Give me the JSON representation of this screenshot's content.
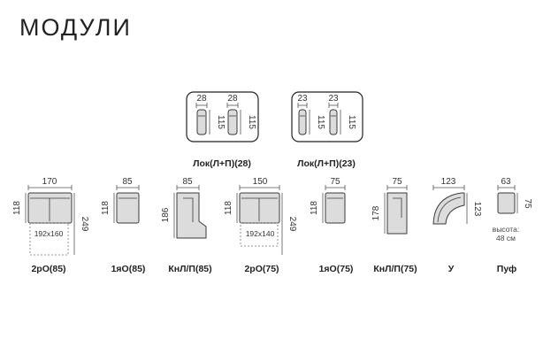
{
  "title": "МОДУЛИ",
  "lock_groups": [
    {
      "label": "Лок(Л+П)(28)",
      "width_a": "28",
      "width_b": "28",
      "height_a": "115",
      "height_b": "115"
    },
    {
      "label": "Лок(Л+П)(23)",
      "width_a": "23",
      "width_b": "23",
      "height_a": "115",
      "height_b": "115"
    }
  ],
  "modules": [
    {
      "label": "2рО(85)",
      "width": "170",
      "height": "118",
      "depth": "249",
      "sleep": "192x160"
    },
    {
      "label": "1яО(85)",
      "width": "85",
      "height": "118"
    },
    {
      "label": "КнЛ/П(85)",
      "width": "85",
      "height": "186"
    },
    {
      "label": "2рО(75)",
      "width": "150",
      "height": "118",
      "depth": "249",
      "sleep": "192x140"
    },
    {
      "label": "1яО(75)",
      "width": "75",
      "height": "118"
    },
    {
      "label": "КнЛ/П(75)",
      "width": "75",
      "height": "178"
    },
    {
      "label": "У",
      "width": "123",
      "height": "123"
    },
    {
      "label": "Пуф",
      "width": "63",
      "height": "75",
      "note_line1": "высота:",
      "note_line2": "48 см"
    }
  ],
  "colors": {
    "fill": "#dcdcdc",
    "stroke": "#3a3a3a",
    "line": "#555555",
    "dash": "#777777"
  }
}
